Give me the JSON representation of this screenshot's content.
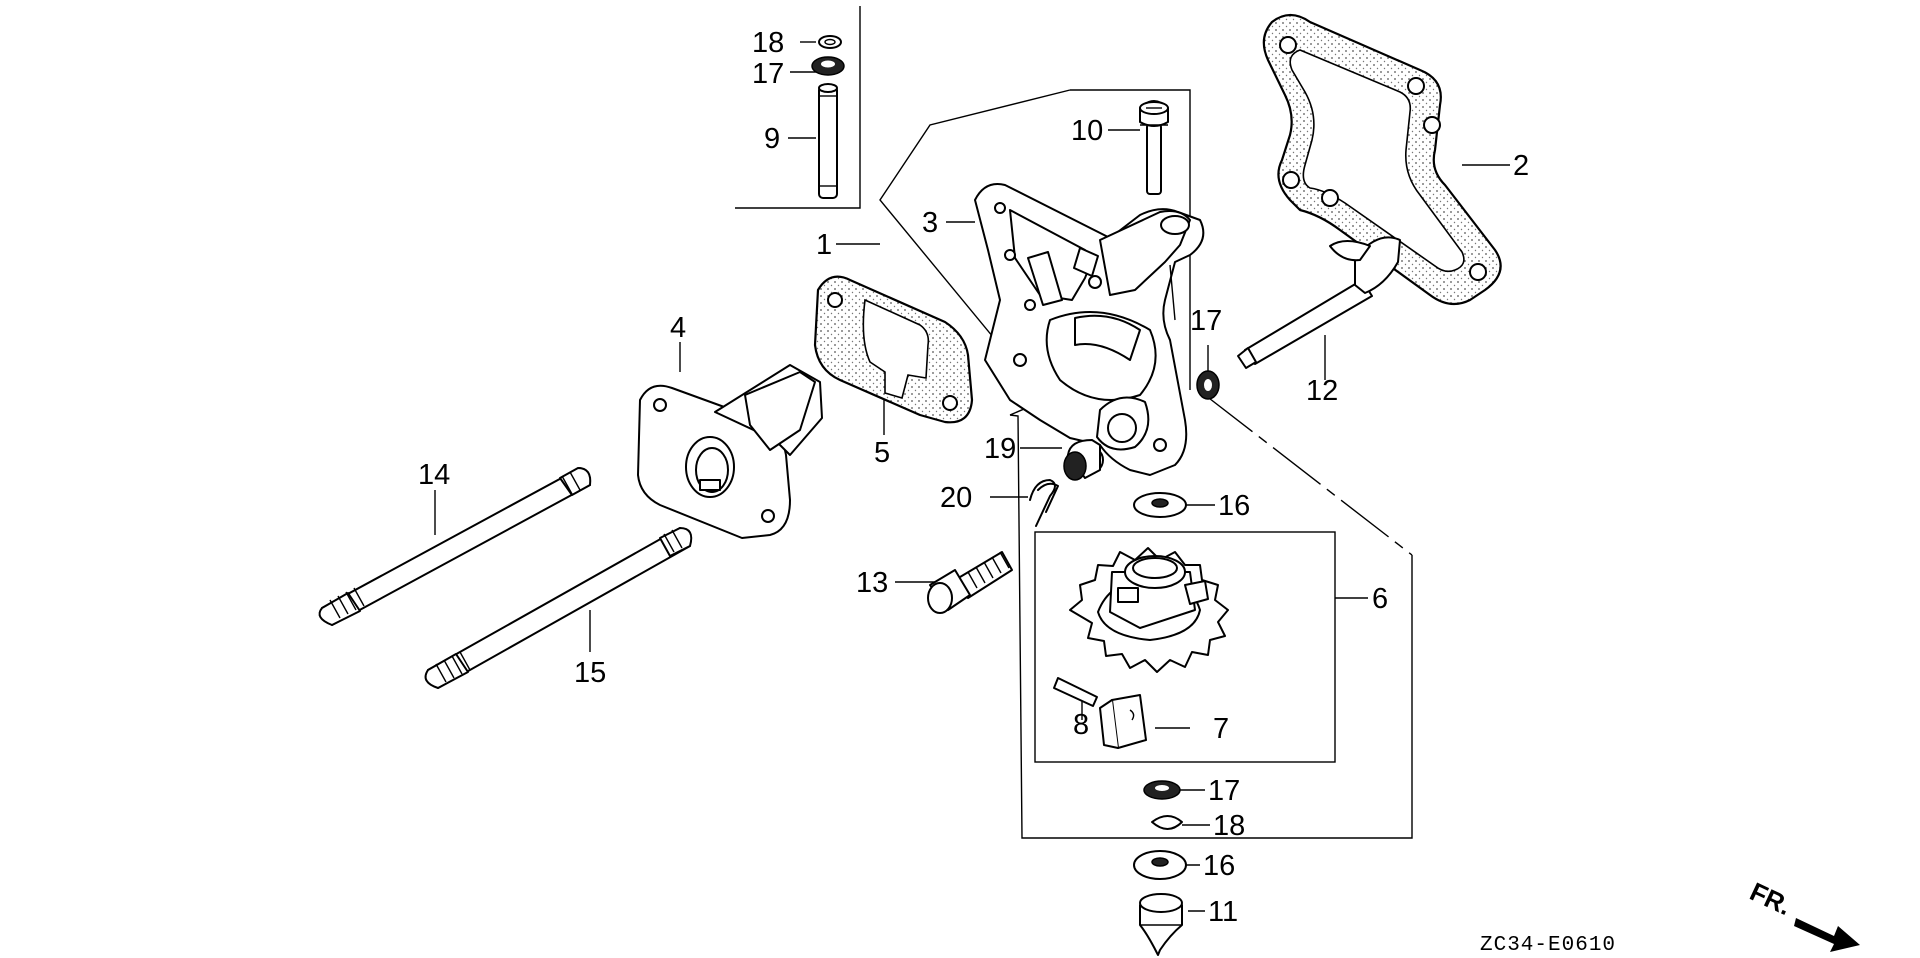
{
  "callouts": {
    "c1": "1",
    "c2": "2",
    "c3": "3",
    "c4": "4",
    "c5": "5",
    "c6": "6",
    "c7": "7",
    "c8": "8",
    "c9": "9",
    "c10": "10",
    "c11": "11",
    "c12": "12",
    "c13": "13",
    "c14": "14",
    "c15": "15",
    "c16a": "16",
    "c16b": "16",
    "c17a": "17",
    "c17b": "17",
    "c17c": "17",
    "c18a": "18",
    "c18b": "18",
    "c19": "19",
    "c20": "20"
  },
  "diagram_code": "ZC34-E0610",
  "front_marker": "FR."
}
